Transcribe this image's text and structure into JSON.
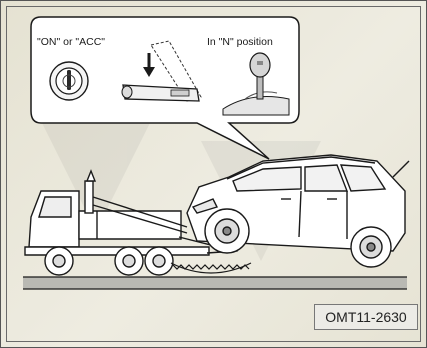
{
  "callout": {
    "ignition_label": "\"ON\" or \"ACC\"",
    "gear_label": "In \"N\" position"
  },
  "figure_code": "OMT11-2630",
  "icons": {
    "ignition": "ignition-switch-icon",
    "parking_brake": "parking-brake-lever-icon",
    "gear_shift": "gear-shift-lever-icon",
    "tow_truck": "tow-truck-icon",
    "car": "suv-car-icon"
  },
  "colors": {
    "background": "#e9e6d8",
    "line": "#1a1a1a",
    "road": "#b9b9b3"
  }
}
